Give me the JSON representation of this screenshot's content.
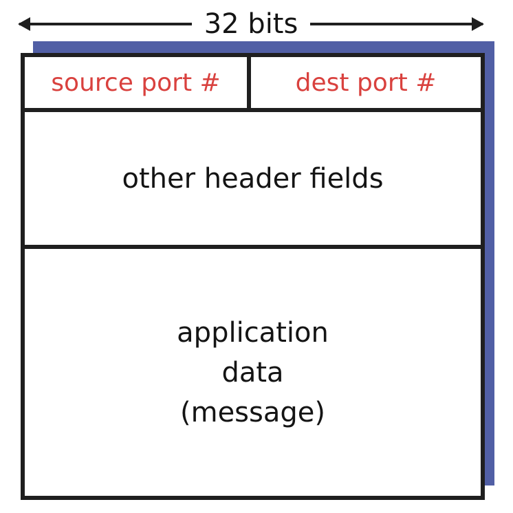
{
  "colors": {
    "shadow_blue": "#515fa5",
    "port_text_red": "#d9413e",
    "line_black": "#1f1f1f"
  },
  "annotation": {
    "label": "32 bits"
  },
  "segment": {
    "source_port_label": "source port #",
    "dest_port_label": "dest port #",
    "other_header_label": "other header fields",
    "application_data_lines": [
      "application",
      "data",
      "(message)"
    ]
  }
}
